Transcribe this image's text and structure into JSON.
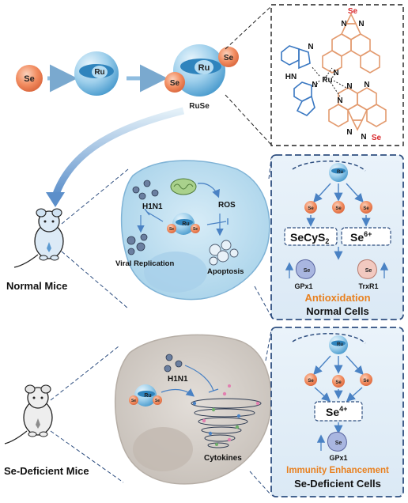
{
  "top": {
    "se_ball": "Se",
    "ru_core_1": "Ru",
    "ru_core_2": "Ru",
    "se_left": "Se",
    "se_right": "Se",
    "product_label": "RuSe"
  },
  "molecule": {
    "se_top": "Se",
    "se_bottom": "Se",
    "metal": "Ru",
    "nh": "HN",
    "n_labels": [
      "N",
      "N",
      "N",
      "N",
      "N",
      "N",
      "N",
      "N",
      "N",
      "N"
    ]
  },
  "normal": {
    "mouse_label": "Normal Mice",
    "virus_label": "H1N1",
    "ros_label": "ROS",
    "viral_label": "Viral Replication",
    "apoptosis_label": "Apoptosis",
    "ru_cell": "Ru",
    "se_cell_left": "Se",
    "se_cell_right": "Se",
    "box": {
      "ru": "Ru",
      "se_drops": [
        "Se",
        "Se",
        "Se"
      ],
      "secys": "SeCyS",
      "secys_sub": "2",
      "se6": "Se",
      "se6_sup": "6+",
      "enzyme_left": "Se",
      "enzyme_right": "Se",
      "gpx1": "GPx1",
      "trxr1": "TrxR1",
      "antioxidation": "Antioxidation",
      "cells_label": "Normal Cells"
    }
  },
  "deficient": {
    "mouse_label": "Se-Deficient Mice",
    "virus_label": "H1N1",
    "ru_cell": "Ru",
    "se_cell_left": "Se",
    "se_cell_right": "Se",
    "cytokines_label": "Cytokines",
    "box": {
      "ru": "Ru",
      "se_drops": [
        "Se",
        "Se",
        "Se"
      ],
      "se4": "Se",
      "se4_sup": "4+",
      "enzyme": "Se",
      "gpx1": "GPx1",
      "immunity": "Immunity Enhancement",
      "cells_label": "Se-Deficient Cells"
    }
  },
  "colors": {
    "se_orange": "#ef8a5c",
    "sphere_blue": "#5aaedb",
    "cell_blue": "#bfe1f2",
    "cell_gray": "#d2ccc6",
    "box_border": "#2f4f80",
    "accent_orange": "#e8801f",
    "se_red": "#d8262a"
  }
}
